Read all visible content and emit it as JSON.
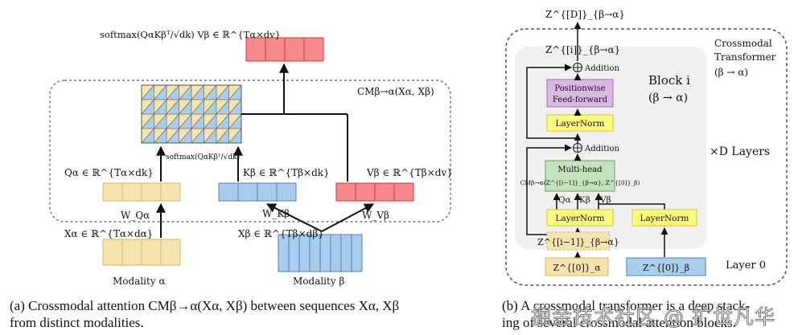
{
  "panel_a": {
    "top_formula": "softmax(QαKβᵀ/√dk) Vβ ∈ ℝ^{Tα×dv}",
    "cm_label": "CMβ→α(Xα, Xβ)",
    "attn_formula": "softmax(QαKβᵀ/√dk)",
    "q_label": "Qα ∈ ℝ^{Tα×dk}",
    "k_label": "Kβ ∈ ℝ^{Tβ×dk}",
    "v_label": "Vβ ∈ ℝ^{Tβ×dv}",
    "wq": "W_Qα",
    "wk": "W_Kβ",
    "wv": "W_Vβ",
    "xa_label": "Xα ∈ ℝ^{Tα×dα}",
    "xb_label": "Xβ ∈ ℝ^{Tβ×dβ}",
    "mod_a": "Modality α",
    "mod_b": "Modality β"
  },
  "panel_b": {
    "out_label": "Z^{[D]}_{β→α}",
    "zi_label": "Z^{[i]}_{β→α}",
    "addition_top": "Addition",
    "addition_mid": "Addition",
    "ff_line1": "Positionwise",
    "ff_line2": "Feed-forward",
    "layernorm_top": "LayerNorm",
    "mh_line1": "Multi-head",
    "mh_line2": "CMβ→α(Z^{[i−1]}_{β→α}, Z^{[0]}_β)",
    "qa": "Qα",
    "kb": "Kβ",
    "vb": "Vβ",
    "ln_left": "LayerNorm",
    "ln_right": "LayerNorm",
    "zprev": "Z^{[i−1]}_{β→α}",
    "z0a": "Z^{[0]}_α",
    "z0b": "Z^{[0]}_β",
    "block_label1": "Block i",
    "block_label2": "(β → α)",
    "cross_title1": "Crossmodal",
    "cross_title2": "Transformer",
    "cross_title3": "(β → α)",
    "times_d": "×D Layers",
    "layer0": "Layer 0"
  },
  "caption_a_line1": "(a) Crossmodal attention CMβ→α(Xα, Xβ) between sequences Xα, Xβ",
  "caption_a_line2": "from distinct modalities.",
  "caption_b_line1": "(b) A crossmodal transformer is a deep stack-",
  "caption_b_line2": "ing of several crossmodal attention blocks.",
  "watermark": "掘金技术社区 @ 扩世凡华",
  "colors": {
    "yellow": "#f5e4ae",
    "blue": "#a9cdec",
    "red": "#f68a8c",
    "purple": "#d9b8e3",
    "green": "#c4e2bd",
    "ln_yellow": "#fdfb7c",
    "block_bg": "#f0f0f0"
  }
}
